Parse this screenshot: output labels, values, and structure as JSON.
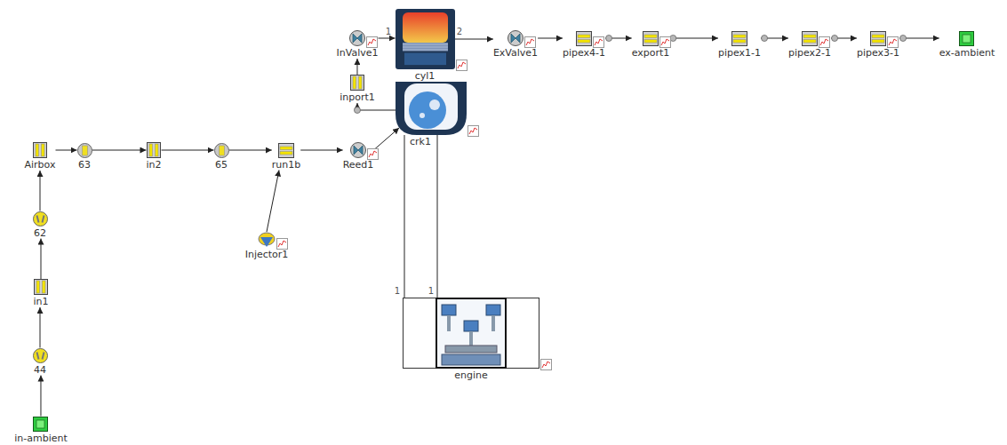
{
  "diagram": {
    "nodes": [
      {
        "text": [
          "InValve1"
        ]
      },
      {
        "text": [
          "cyl1"
        ]
      },
      {
        "text": [
          "ExValve1"
        ]
      },
      {
        "text": [
          "pipex4-1"
        ]
      },
      {
        "text": [
          "export1"
        ]
      },
      {
        "text": [
          "pipex1-1"
        ]
      },
      {
        "text": [
          "pipex2-1"
        ]
      },
      {
        "text": [
          "pipex3-1"
        ]
      },
      {
        "text": [
          "ex-ambient"
        ]
      },
      {
        "text": [
          "inport1"
        ]
      },
      {
        "text": [
          "crk1"
        ]
      },
      {
        "text": [
          "Airbox"
        ]
      },
      {
        "text": [
          "63"
        ]
      },
      {
        "text": [
          "in2"
        ]
      },
      {
        "text": [
          "65"
        ]
      },
      {
        "text": [
          "run1b"
        ]
      },
      {
        "text": [
          "Reed1"
        ]
      },
      {
        "text": [
          "62"
        ]
      },
      {
        "text": [
          "Injector1"
        ]
      },
      {
        "text": [
          "in1"
        ]
      },
      {
        "text": [
          "44"
        ]
      },
      {
        "text": [
          "engine"
        ]
      },
      {
        "text": [
          "in-ambient"
        ]
      }
    ],
    "edges": [
      {
        "from": 22,
        "to": 20,
        "arrow": "to"
      },
      {
        "from": 20,
        "to": 19,
        "arrow": "to"
      },
      {
        "from": 19,
        "to": 17,
        "arrow": "to"
      },
      {
        "from": 17,
        "to": 11,
        "arrow": "to"
      },
      {
        "from": 11,
        "to": 12,
        "arrow": "to"
      },
      {
        "from": 12,
        "to": 13,
        "arrow": "to"
      },
      {
        "from": 13,
        "to": 14,
        "arrow": "to"
      },
      {
        "from": 14,
        "to": 15,
        "arrow": "to"
      },
      {
        "from": 18,
        "to": 15,
        "arrow": "to"
      },
      {
        "from": 15,
        "to": 16,
        "arrow": "to"
      },
      {
        "from": 16,
        "to": 10,
        "arrow": "to"
      },
      {
        "from": 10,
        "to": 9,
        "arrow": "to"
      },
      {
        "from": 9,
        "to": 0,
        "arrow": "to"
      },
      {
        "from": 0,
        "to": 1,
        "arrow": "to"
      },
      {
        "from": 1,
        "to": 2,
        "arrow": "to"
      },
      {
        "from": 2,
        "to": 3,
        "arrow": "to"
      },
      {
        "from": 3,
        "to": 4,
        "arrow": "to"
      },
      {
        "from": 4,
        "to": 5,
        "arrow": "to"
      },
      {
        "from": 5,
        "to": 6,
        "arrow": "to"
      },
      {
        "from": 6,
        "to": 7,
        "arrow": "to"
      },
      {
        "from": 7,
        "to": 8,
        "arrow": "to"
      },
      {
        "from": 10,
        "to": 21,
        "arrow": "none"
      },
      {
        "from": 10,
        "to": 21,
        "arrow": "none"
      }
    ],
    "labels": [
      "1",
      "2",
      "1",
      "1"
    ]
  }
}
